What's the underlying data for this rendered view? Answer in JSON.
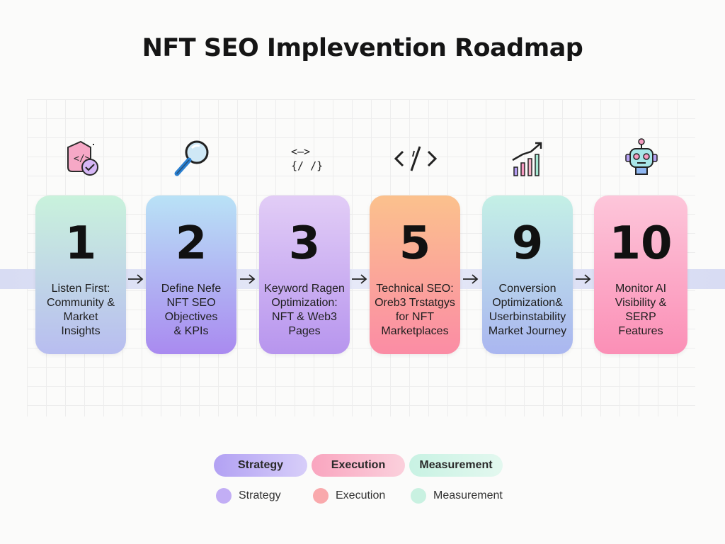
{
  "title": "NFT SEO Implevention Roadmap",
  "steps": [
    {
      "number": "1",
      "label_lines": [
        "Listen First:",
        "Community &",
        "Market",
        "Insights"
      ],
      "icon": "document-check-icon",
      "gradient": [
        "#c9f2dc",
        "#b8bdf0"
      ]
    },
    {
      "number": "2",
      "label_lines": [
        "Define Nefe",
        "NFT SEO",
        "Objectives",
        "& KPIs"
      ],
      "icon": "magnifier-icon",
      "gradient": [
        "#b9e2f6",
        "#a98af0"
      ]
    },
    {
      "number": "3",
      "label_lines": [
        "Keyword Ragen",
        "Optimization:",
        "NFT & Web3",
        "Pages"
      ],
      "icon": "code-brackets-icon",
      "gradient": [
        "#e2cdf6",
        "#b795ee"
      ]
    },
    {
      "number": "5",
      "label_lines": [
        "Technical SEO:",
        "Oreb3 Trstatgys",
        "for NFT",
        "Marketplaces"
      ],
      "icon": "code-slash-icon",
      "gradient": [
        "#fbc18d",
        "#fb8ca5"
      ]
    },
    {
      "number": "9",
      "label_lines": [
        "Conversion",
        "Optimization&",
        "Userbinstability",
        "Market Journey"
      ],
      "icon": "growth-chart-icon",
      "gradient": [
        "#c4f0e6",
        "#aab6f0"
      ]
    },
    {
      "number": "10",
      "label_lines": [
        "Monitor AI",
        "Visibility &",
        "SERP",
        "Features"
      ],
      "icon": "robot-icon",
      "gradient": [
        "#fdc6da",
        "#fb8fb6"
      ]
    }
  ],
  "pills": [
    {
      "label": "Strategy",
      "gradient": [
        "#b2a1f3",
        "#d7cef9"
      ]
    },
    {
      "label": "Execution",
      "gradient": [
        "#f9a5bf",
        "#fbd0dc"
      ]
    },
    {
      "label": "Measurement",
      "gradient": [
        "#c8f2e3",
        "#e3f8ef"
      ]
    }
  ],
  "legend": [
    {
      "label": "Strategy",
      "color": "#c2aef5"
    },
    {
      "label": "Execution",
      "color": "#f9a9ac"
    },
    {
      "label": "Measurement",
      "color": "#c9f1e1"
    }
  ]
}
